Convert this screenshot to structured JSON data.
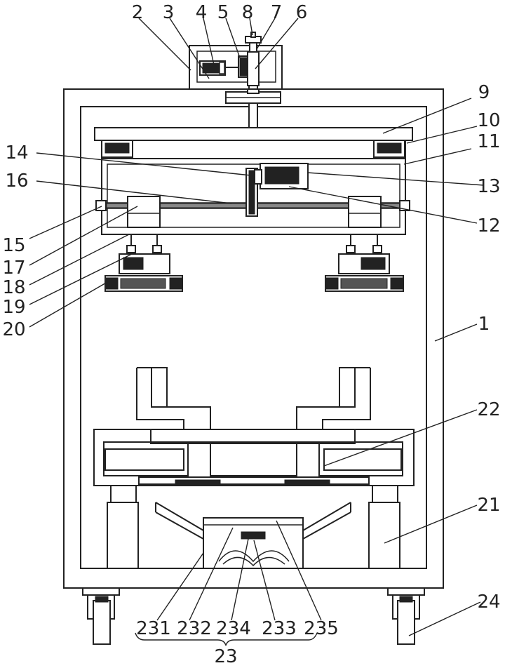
{
  "labels": {
    "l1": "1",
    "l2": "2",
    "l3": "3",
    "l4": "4",
    "l5": "5",
    "l6": "6",
    "l7": "7",
    "l8": "8",
    "l9": "9",
    "l10": "10",
    "l11": "11",
    "l12": "12",
    "l13": "13",
    "l14": "14",
    "l15": "15",
    "l16": "16",
    "l17": "17",
    "l18": "18",
    "l19": "19",
    "l20": "20",
    "l21": "21",
    "l22": "22",
    "l23": "23",
    "l24": "24",
    "l231": "231",
    "l232": "232",
    "l233": "233",
    "l234": "234",
    "l235": "235"
  }
}
